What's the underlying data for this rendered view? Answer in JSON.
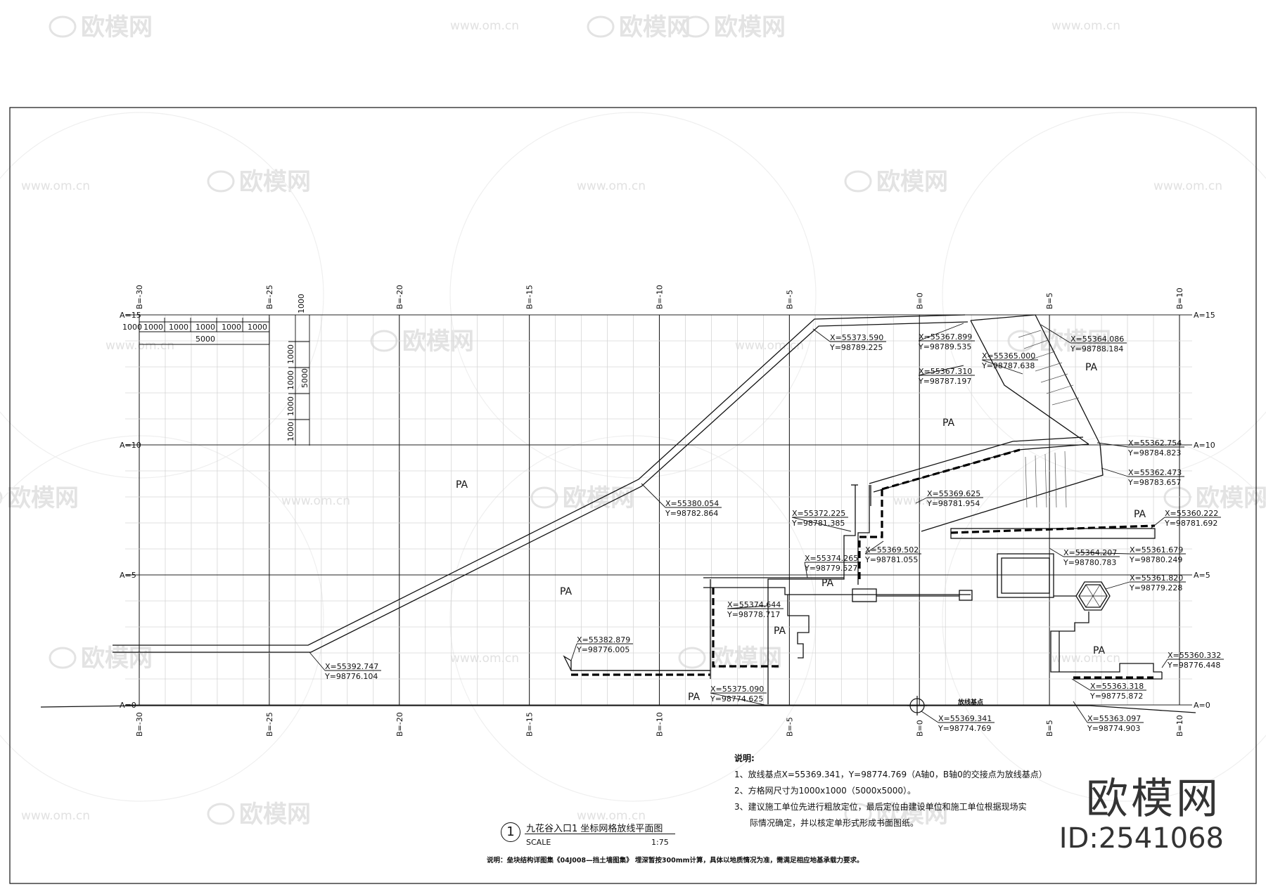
{
  "watermark": {
    "brand": "欧模网",
    "url": "www.om.cn"
  },
  "grid": {
    "b_axes": [
      "B=-30",
      "B=-25",
      "B=-20",
      "B=-15",
      "B=-10",
      "B=-5",
      "B=0",
      "B=5",
      "B=10"
    ],
    "a_axes": [
      "A=15",
      "A=10",
      "A=5",
      "A=0"
    ]
  },
  "dims": {
    "top": [
      "1000",
      "1000",
      "1000",
      "1000",
      "1000"
    ],
    "top_total": "5000",
    "left": [
      "1000",
      "1000",
      "1000",
      "1000"
    ],
    "left_total": "5000",
    "corner": "1000"
  },
  "areas": [
    "PA",
    "PA",
    "PA",
    "PA",
    "PA",
    "PA",
    "PA",
    "PA"
  ],
  "coords": [
    {
      "x": "X=55373.590",
      "y": "Y=98789.225"
    },
    {
      "x": "X=55367.899",
      "y": "Y=98789.535"
    },
    {
      "x": "X=55364.086",
      "y": "Y=98788.184"
    },
    {
      "x": "X=55365.000",
      "y": "Y=98787.638"
    },
    {
      "x": "X=55367.310",
      "y": "Y=98787.197"
    },
    {
      "x": "X=55362.754",
      "y": "Y=98784.823"
    },
    {
      "x": "X=55362.473",
      "y": "Y=98783.657"
    },
    {
      "x": "X=55369.625",
      "y": "Y=98781.954"
    },
    {
      "x": "X=55380.054",
      "y": "Y=98782.864"
    },
    {
      "x": "X=55372.225",
      "y": "Y=98781.385"
    },
    {
      "x": "X=55360.222",
      "y": "Y=98781.692"
    },
    {
      "x": "X=55369.502",
      "y": "Y=98781.055"
    },
    {
      "x": "X=55361.679",
      "y": "Y=98780.249"
    },
    {
      "x": "X=55364.207",
      "y": "Y=98780.783"
    },
    {
      "x": "X=55374.265",
      "y": "Y=98779.527"
    },
    {
      "x": "X=55361.820",
      "y": "Y=98779.228"
    },
    {
      "x": "X=55374.644",
      "y": "Y=98778.717"
    },
    {
      "x": "X=55382.879",
      "y": "Y=98776.005"
    },
    {
      "x": "X=55392.747",
      "y": "Y=98776.104"
    },
    {
      "x": "X=55360.332",
      "y": "Y=98776.448"
    },
    {
      "x": "X=55363.318",
      "y": "Y=98775.872"
    },
    {
      "x": "X=55375.090",
      "y": "Y=98774.625"
    },
    {
      "x": "X=55369.341",
      "y": "Y=98774.769"
    },
    {
      "x": "X=55363.097",
      "y": "Y=98774.903"
    }
  ],
  "base_label": "放线基点",
  "notes": {
    "heading": "说明:",
    "lines": [
      "1、放线基点X=55369.341，Y=98774.769（A轴0，B轴0的交接点为放线基点）",
      "2、方格网尺寸为1000x1000（5000x5000）。",
      "3、建议施工单位先进行粗放定位，最后定位由建设单位和施工单位根据现场实",
      "际情况确定，并以核定单形式形成书面图纸。"
    ]
  },
  "title_block": {
    "number": "1",
    "title": "九花谷入口1 坐标网格放线平面图",
    "scale_label": "SCALE",
    "scale_value": "1:75"
  },
  "footer_note": "说明：垒块结构详图集《04J008—挡土墙图集》 埋深暂按300mm计算，具体以地质情况为准，需满足相应地基承载力要求。",
  "brand_block": {
    "name": "欧模网",
    "id": "ID:2541068"
  }
}
